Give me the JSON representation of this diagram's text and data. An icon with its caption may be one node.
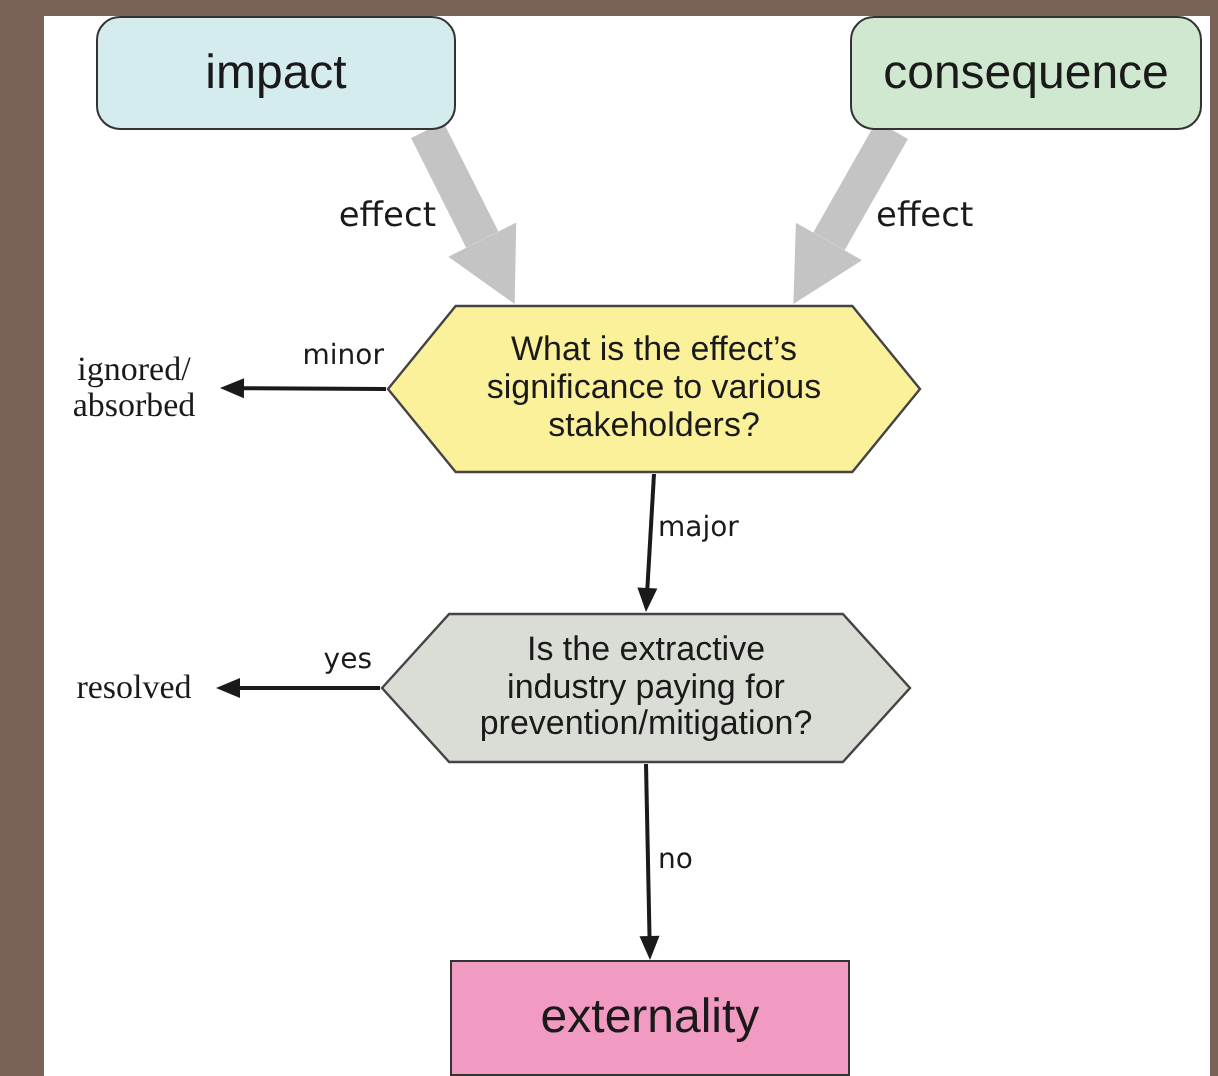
{
  "diagram": {
    "nodes": [
      {
        "text": [
          "impact"
        ]
      },
      {
        "text": [
          "consequence"
        ]
      },
      {
        "text": [
          "What is the effect’s significance to various stakeholders?"
        ]
      },
      {
        "text": [
          "ignored/ absorbed"
        ]
      },
      {
        "text": [
          "Is the extractive industry paying for prevention/mitigation?"
        ]
      },
      {
        "text": [
          "resolved"
        ]
      },
      {
        "text": [
          "externality"
        ]
      }
    ],
    "edges": [
      {
        "from": 0,
        "to": 2,
        "arrow": "to",
        "label": "effect",
        "style": "thick",
        "color": "#c4c4c4"
      },
      {
        "from": 1,
        "to": 2,
        "arrow": "to",
        "label": "effect",
        "style": "thick",
        "color": "#c4c4c4"
      },
      {
        "from": 2,
        "to": 3,
        "arrow": "to",
        "label": "minor"
      },
      {
        "from": 2,
        "to": 4,
        "arrow": "to",
        "label": "major"
      },
      {
        "from": 4,
        "to": 5,
        "arrow": "to",
        "label": "yes"
      },
      {
        "from": 4,
        "to": 6,
        "arrow": "to",
        "label": "no"
      }
    ]
  }
}
